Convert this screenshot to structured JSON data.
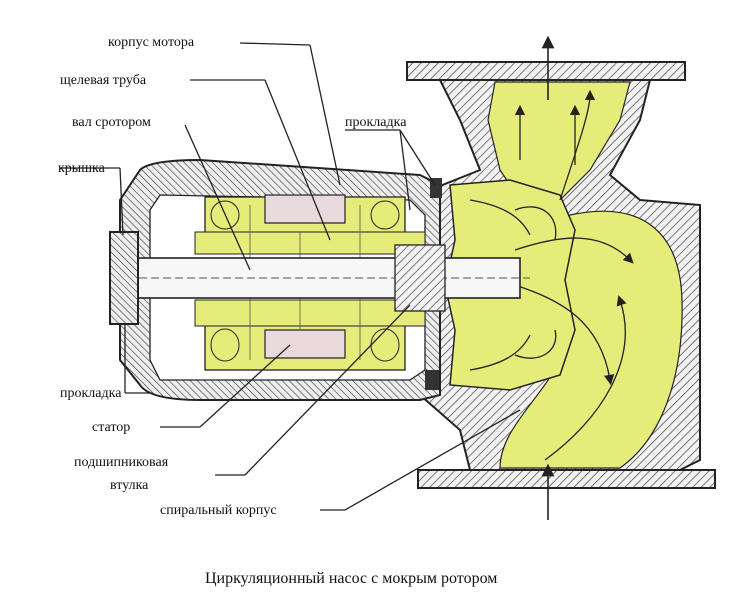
{
  "labels": {
    "motor_housing": "корпус мотора",
    "can_tube": "щелевая труба",
    "shaft_rotor": "вал сротором",
    "gasket_top": "прокладка",
    "cover": "крышка",
    "gasket_bottom": "прокладка",
    "stator": "статор",
    "bearing_line1": "подшипниковая",
    "bearing_line2": "втулка",
    "volute": "спиральный корпус"
  },
  "caption": "Циркуляционный насос с мокрым ротором",
  "colors": {
    "fluid": "#e6ec7a",
    "metal_hatch": "#555555",
    "rotor_pink": "#e9d9dc",
    "outline": "#222222"
  }
}
